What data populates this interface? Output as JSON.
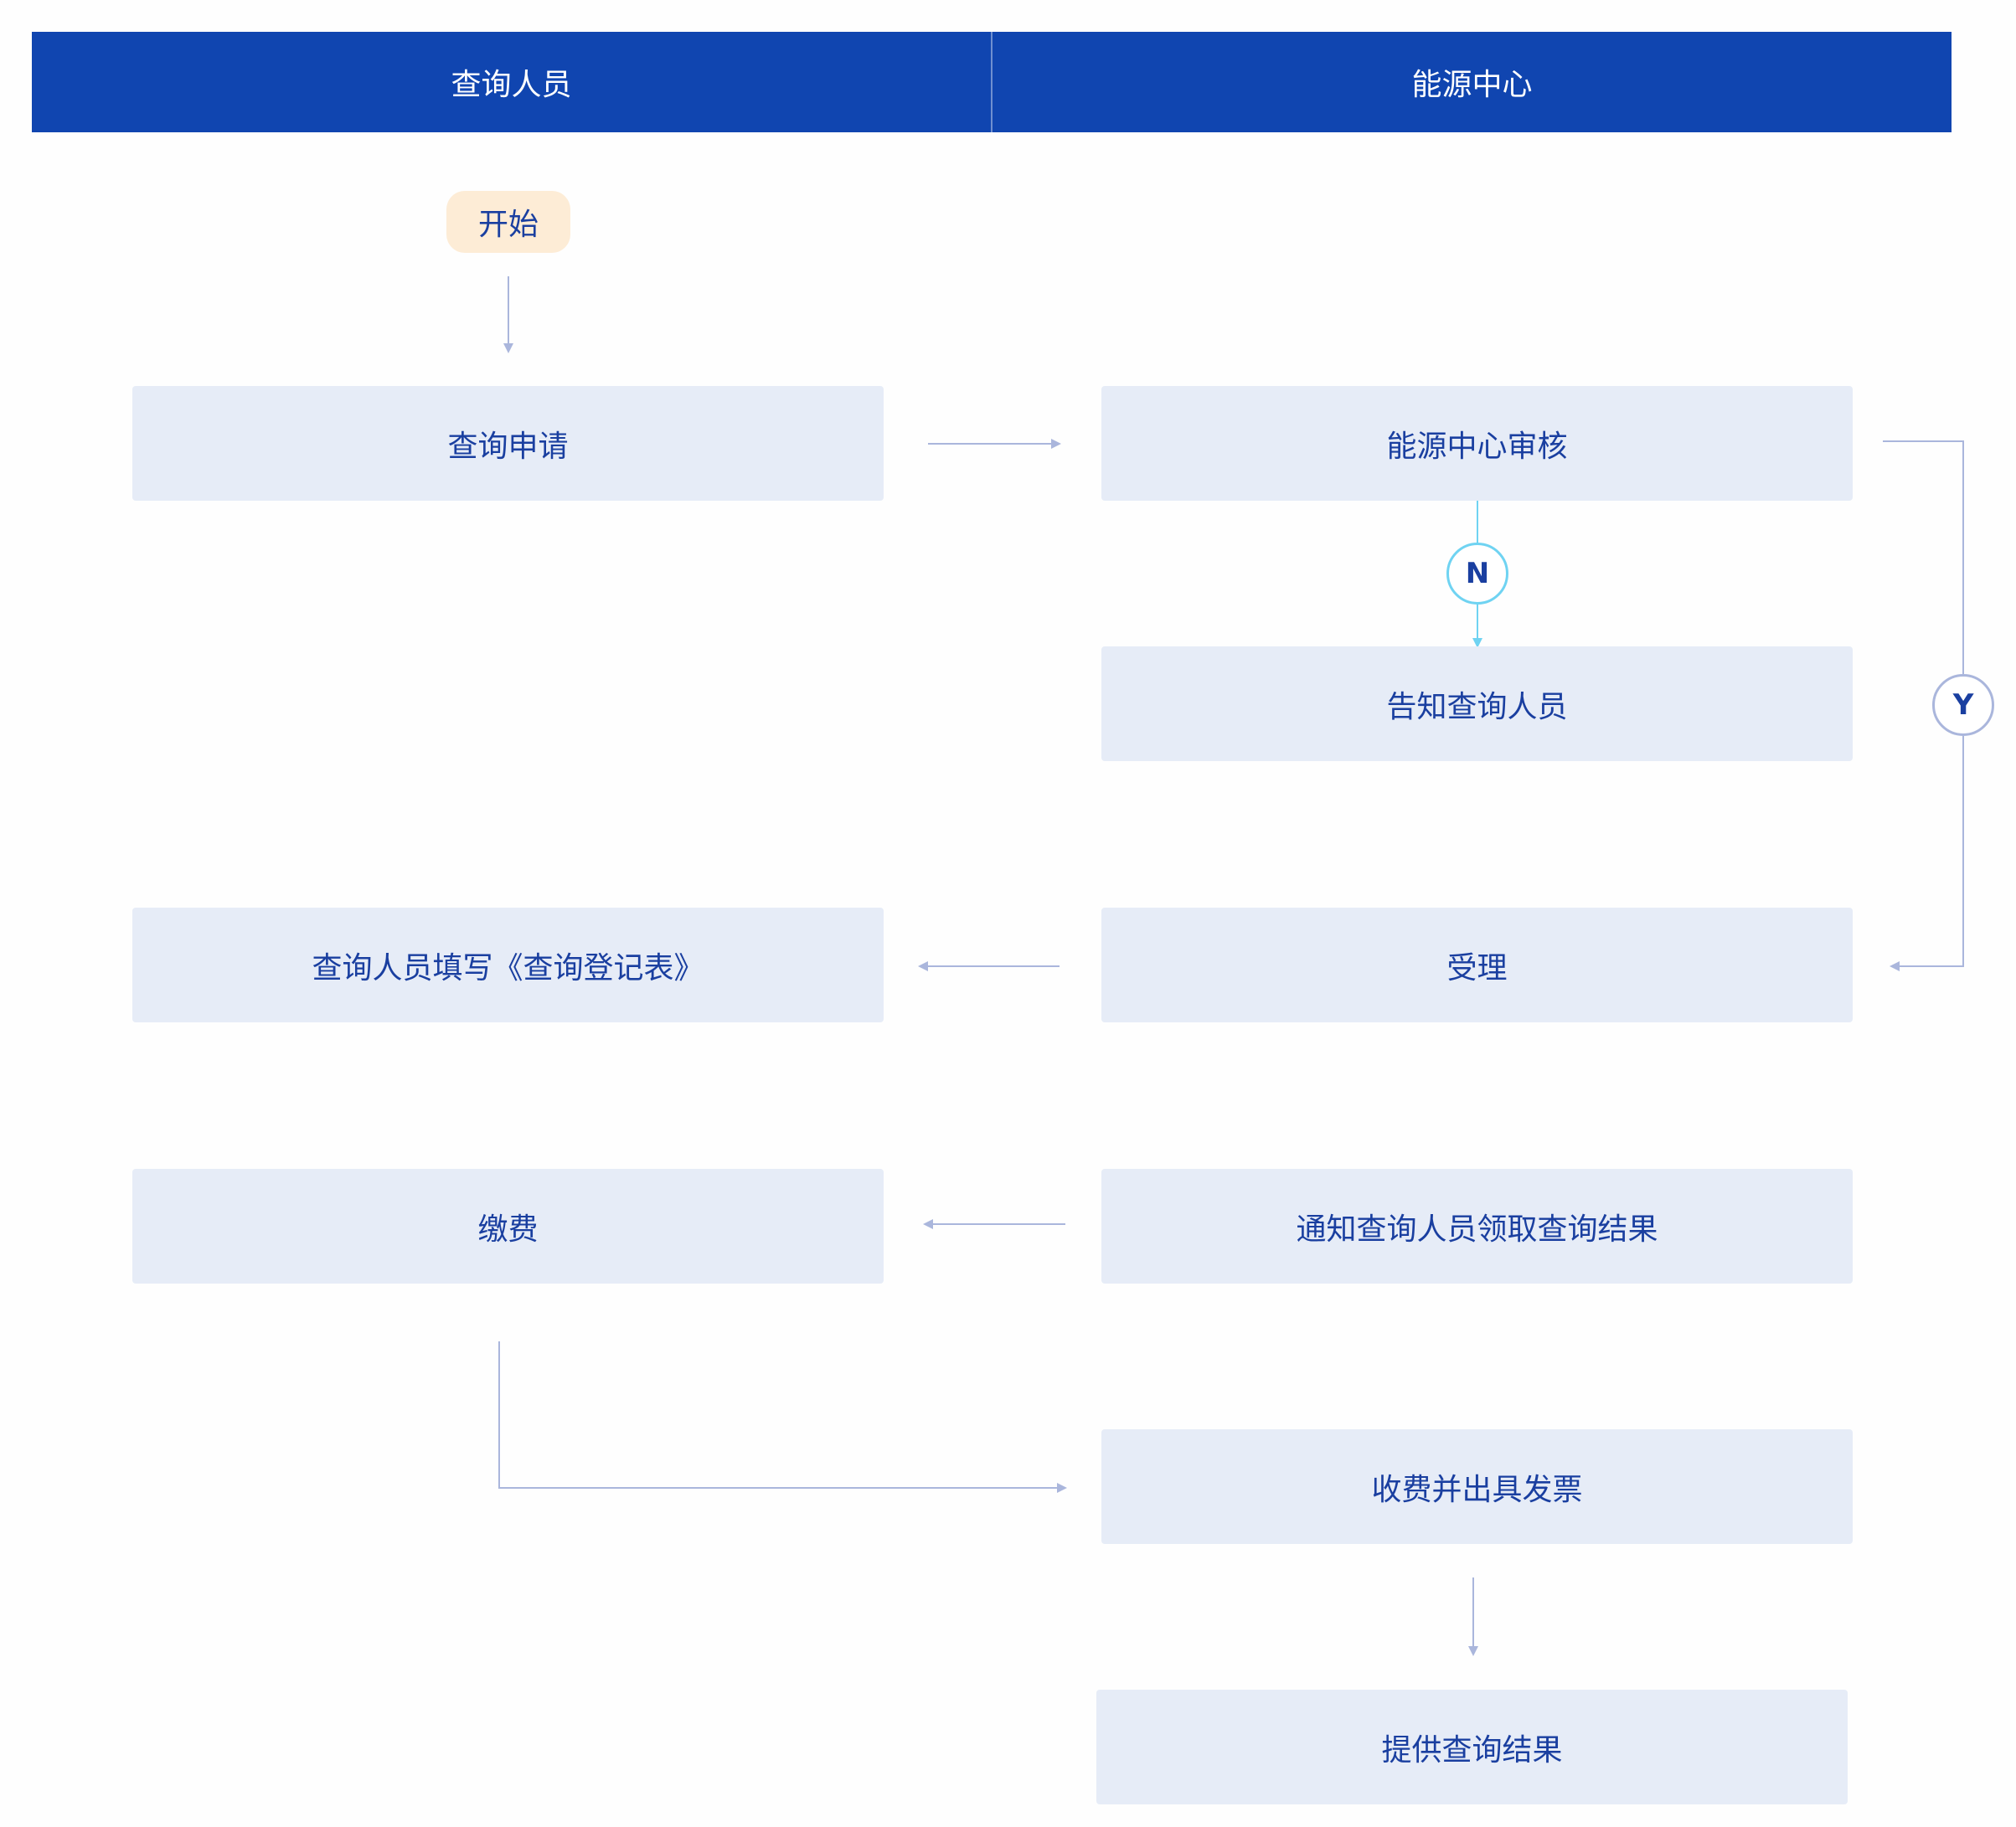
{
  "lanes": {
    "left": "查询人员",
    "right": "能源中心"
  },
  "nodes": {
    "start": "开始",
    "apply": "查询申请",
    "review": "能源中心审核",
    "notify": "告知查询人员",
    "fill_form": "查询人员填写《查询登记表》",
    "accept": "受理",
    "pay": "缴费",
    "notify_pickup": "通知查询人员领取查询结果",
    "charge_invoice": "收费并出具发票",
    "provide_result": "提供查询结果"
  },
  "decisions": {
    "no": "N",
    "yes": "Y"
  },
  "colors": {
    "header": "#1045b0",
    "box": "#e6ecf7",
    "start": "#fdecd6",
    "text": "#1a3fa0",
    "connector": "#aab6dc",
    "no_branch": "#6fd3f2"
  }
}
